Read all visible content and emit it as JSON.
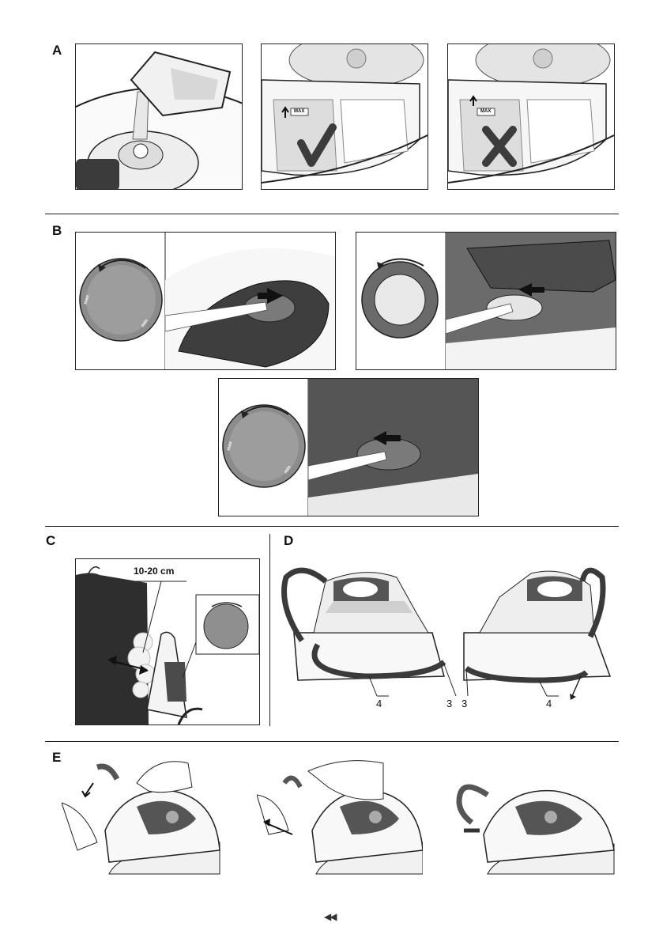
{
  "sections": {
    "a": "A",
    "b": "B",
    "c": "C",
    "d": "D",
    "e": "E"
  },
  "section_a": {
    "max_label_ok": "MAX",
    "max_label_over": "MAX"
  },
  "section_b": {
    "dial_left_max": "max",
    "dial_left_min": "min",
    "dial_bottom_max": "max",
    "dial_bottom_min": "min"
  },
  "section_c": {
    "distance_label": "10-20 cm"
  },
  "section_d": {
    "callout_left_4": "4",
    "callout_left_3": "3",
    "callout_right_3": "3",
    "callout_right_4": "4"
  },
  "page_nav": "◀◀",
  "colors": {
    "line": "#222222",
    "dark_gray": "#4a4a4a",
    "mid_gray": "#8a8a8a",
    "light_gray": "#d9d9d9"
  }
}
